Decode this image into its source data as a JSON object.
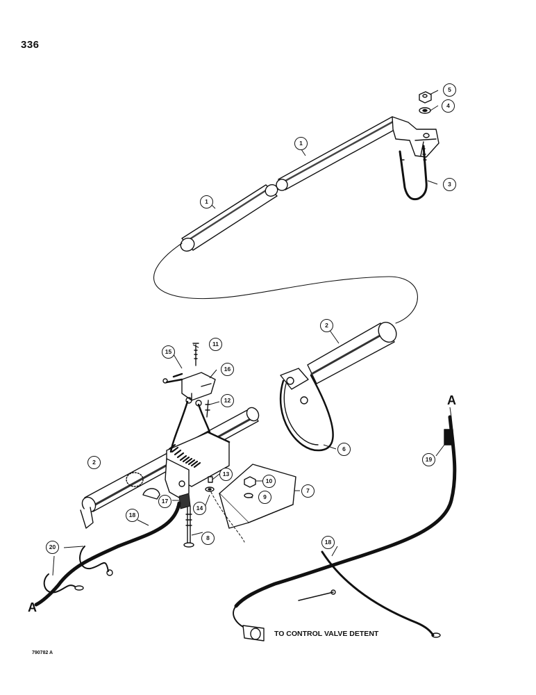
{
  "page_number": "336",
  "figure_code": "790782 A",
  "destination_label": "TO CONTROL VALVE DETENT",
  "section_markers": {
    "a_top": "A",
    "a_bottom": "A"
  },
  "callouts": {
    "c1a": "1",
    "c1b": "1",
    "c2a": "2",
    "c2b": "2",
    "c3": "3",
    "c4": "4",
    "c5": "5",
    "c6": "6",
    "c7": "7",
    "c8": "8",
    "c9": "9",
    "c10": "10",
    "c11": "11",
    "c12": "12",
    "c13": "13",
    "c14": "14",
    "c15": "15",
    "c16": "16",
    "c17": "17",
    "c18a": "18",
    "c18b": "18",
    "c19": "19",
    "c20": "20"
  },
  "colors": {
    "ink": "#111111",
    "paper": "#ffffff"
  }
}
